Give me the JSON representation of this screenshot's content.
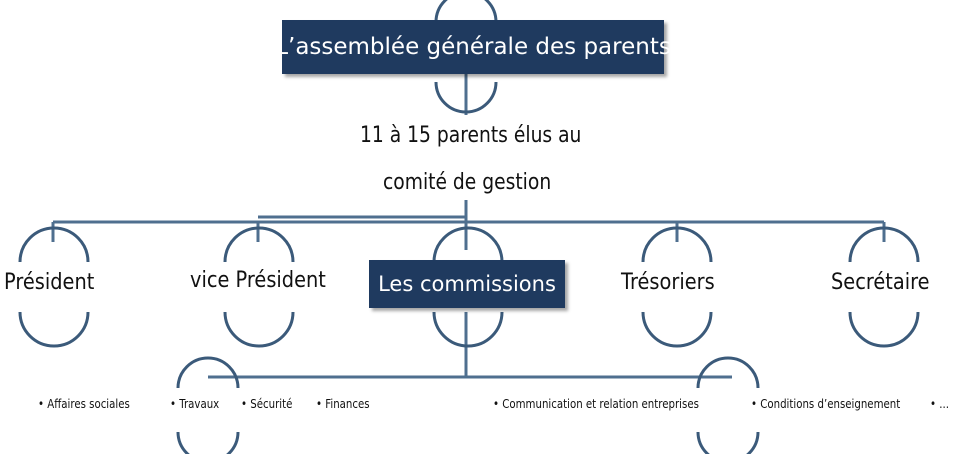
{
  "title": "L’assemblée générale des parents",
  "members_line1": "11 à 15 parents élus au",
  "members_line2": "comité de gestion",
  "roles": {
    "president": "Président",
    "vice_president": "vice Président",
    "commissions": "Les commissions",
    "tresoriers": "Trésoriers",
    "secretaire": "Secrétaire"
  },
  "commissions": {
    "affaires_sociales": "• Affaires sociales",
    "travaux": "• Travaux",
    "securite": "• Sécurité",
    "finances": "• Finances",
    "communication": "• Communication et relation entreprises",
    "conditions": "• Conditions d’enseignement",
    "more": "• ..."
  },
  "colors": {
    "box_fill": "#1f3a5f",
    "box_text": "#ffffff",
    "connector": "#4f6f8f",
    "arc": "#3b5a7a"
  }
}
